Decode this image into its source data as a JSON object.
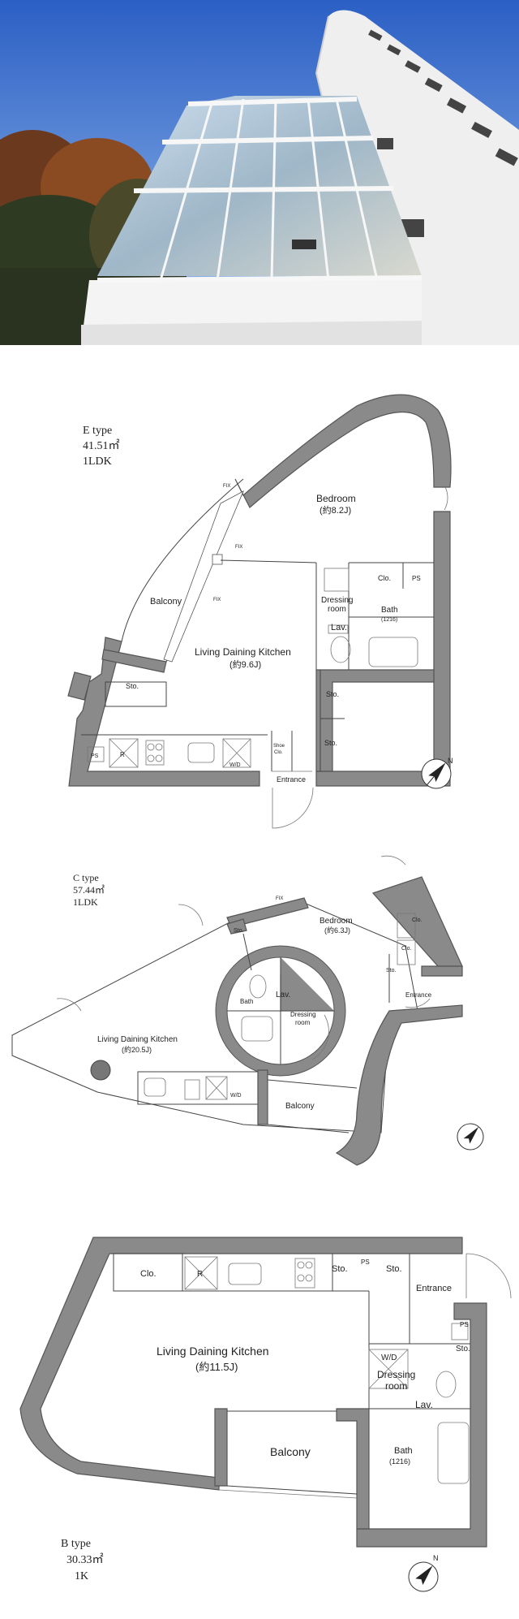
{
  "plans": {
    "e": {
      "type": "E type",
      "area": "41.51㎡",
      "layout": "1LDK",
      "rooms": {
        "bedroom": "Bedroom",
        "bedroom_size": "(約8.2J)",
        "ldk": "Living Daining Kitchen",
        "ldk_size": "(約9.6J)",
        "balcony": "Balcony",
        "clo": "Clo.",
        "ps1": "PS",
        "ps2": "PS",
        "dressing1": "Dressing",
        "dressing2": "room",
        "bath": "Bath",
        "bath_size": "(1216)",
        "lav": "Lav.",
        "sto1": "Sto.",
        "sto2": "Sto.",
        "sto3": "Sto.",
        "r": "R",
        "wd": "W/D",
        "shoes1": "Shoe",
        "shoes2": "Clo.",
        "entrance": "Entrance",
        "fix1": "FIX",
        "fix2": "FIX",
        "fix3": "FIX"
      }
    },
    "c": {
      "type": "C type",
      "area": "57.44㎡",
      "layout": "1LDK",
      "rooms": {
        "bedroom": "Bedroom",
        "bedroom_size": "(約6.3J)",
        "ldk": "Living Daining Kitchen",
        "ldk_size": "(約20.5J)",
        "balcony": "Balcony",
        "clo1": "Clo.",
        "clo2": "Clo.",
        "sto1": "Sto.",
        "sto2": "Sto.",
        "bath": "Bath",
        "lav": "Lav.",
        "dressing1": "Dressing",
        "dressing2": "room",
        "entrance": "Entrance",
        "wd": "W/D",
        "fix": "FIX"
      }
    },
    "b": {
      "type": "B type",
      "area": "30.33㎡",
      "layout": "1K",
      "rooms": {
        "clo": "Clo.",
        "r": "R",
        "sto1": "Sto.",
        "ps1": "PS",
        "sto2": "Sto.",
        "entrance": "Entrance",
        "ldk": "Living Daining Kitchen",
        "ldk_size": "(約11.5J)",
        "ps2": "PS",
        "sto3": "Sto.",
        "wd": "W/D",
        "dressing1": "Dressing",
        "dressing2": "room",
        "lav": "Lav.",
        "balcony": "Balcony",
        "bath": "Bath",
        "bath_size": "(1216)"
      }
    }
  },
  "compass_label": "N",
  "colors": {
    "sky_top": "#2b5fc4",
    "sky_bottom": "#8fb6ea",
    "wall": "#8a8a8a",
    "tree": "#6b3a1e"
  }
}
